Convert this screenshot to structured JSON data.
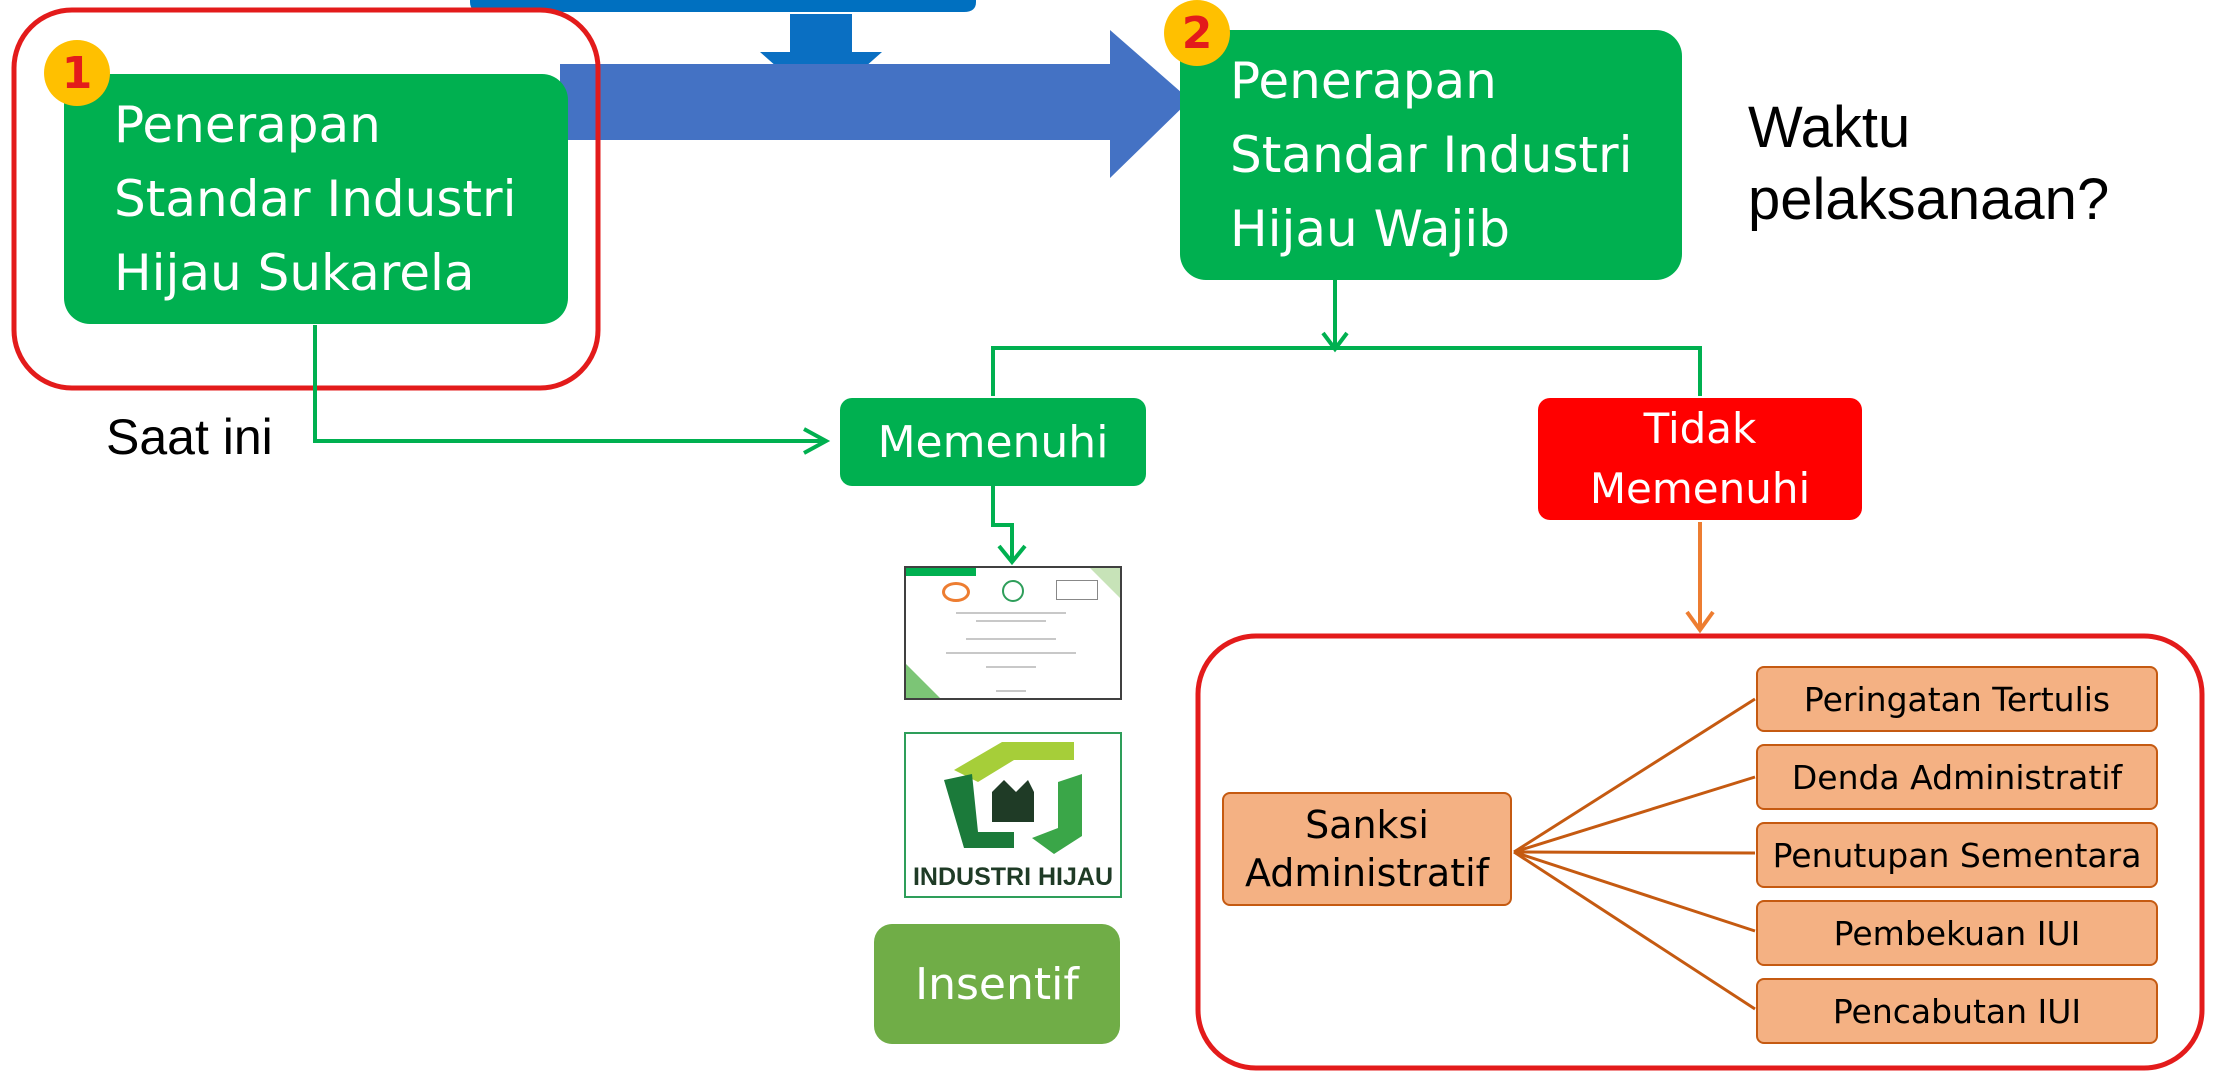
{
  "steps": {
    "step1": {
      "number": "1",
      "label": "Penerapan\nStandar Industri\nHijau Sukarela"
    },
    "step2": {
      "number": "2",
      "label": "Penerapan\nStandar Industri\nHijau Wajib"
    }
  },
  "question": "Waktu\npelaksanaan?",
  "current_label": "Saat ini",
  "outcomes": {
    "pass": "Memenuhi",
    "fail": "Tidak\nMemenuhi"
  },
  "rewards": {
    "logo_text": "INDUSTRI HIJAU",
    "incentive": "Insentif"
  },
  "sanctions": {
    "root": "Sanksi\nAdministratif",
    "items": [
      "Peringatan Tertulis",
      "Denda Administratif",
      "Penutupan Sementara",
      "Pembekuan IUI",
      "Pencabutan IUI"
    ]
  },
  "colors": {
    "green": "#00b050",
    "red": "#ff0000",
    "orange_fill": "#f4b183",
    "orange_line": "#c55a11",
    "blue_arrow": "#4472c4",
    "highlight_outline": "#e31b1b",
    "badge": "#ffc000",
    "incentive_green": "#70ad47"
  },
  "icons": [
    "arrow-down-icon",
    "arrow-right-icon",
    "certificate-icon",
    "industri-hijau-logo"
  ]
}
